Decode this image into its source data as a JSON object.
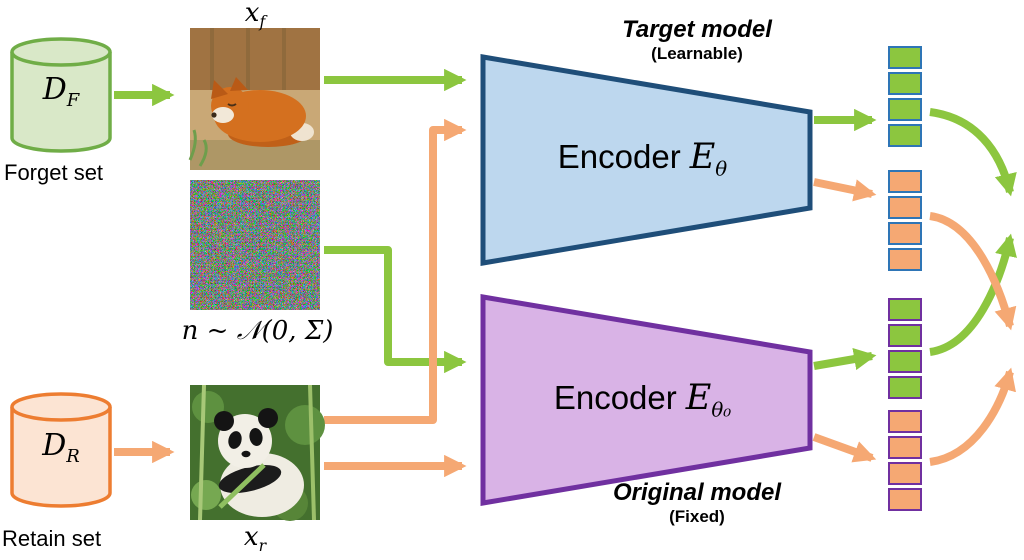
{
  "datasets": {
    "forget": {
      "symbol": "D",
      "subscript": "F",
      "caption": "Forget set"
    },
    "retain": {
      "symbol": "D",
      "subscript": "R",
      "caption": "Retain set"
    }
  },
  "samples": {
    "forget_label": {
      "base": "x",
      "subscript": "f"
    },
    "noise_label": "n ~ 𝒩(0, Σ)",
    "retain_label": {
      "base": "x",
      "subscript": "r"
    }
  },
  "encoders": {
    "target": {
      "title": "Target model",
      "subtitle": "(Learnable)",
      "name": "Encoder",
      "symbol": "E",
      "subscript": "θ"
    },
    "original": {
      "title": "Original model",
      "subtitle": "(Fixed)",
      "name": "Encoder",
      "symbol": "E",
      "subscript": "θ₀"
    }
  },
  "embeddings": {
    "stacks": [
      {
        "name": "target-forget-embedding",
        "fill": "#8CC63F",
        "border": "#2E75B6",
        "count": 4
      },
      {
        "name": "target-retain-embedding",
        "fill": "#F5A873",
        "border": "#2E75B6",
        "count": 4
      },
      {
        "name": "original-forget-embedding",
        "fill": "#8CC63F",
        "border": "#7030A0",
        "count": 4
      },
      {
        "name": "original-retain-embedding",
        "fill": "#F5A873",
        "border": "#7030A0",
        "count": 4
      }
    ]
  },
  "colors": {
    "forget_flow": "#8CC63F",
    "retain_flow": "#F5A873",
    "target_encoder_fill": "#BDD7EE",
    "target_encoder_border": "#1F4E79",
    "original_encoder_fill": "#D9B3E6",
    "original_encoder_border": "#7030A0",
    "forget_cylinder_fill": "#D9E8C8",
    "forget_cylinder_border": "#70AD47",
    "retain_cylinder_fill": "#FCE4D3",
    "retain_cylinder_border": "#ED7D31"
  }
}
